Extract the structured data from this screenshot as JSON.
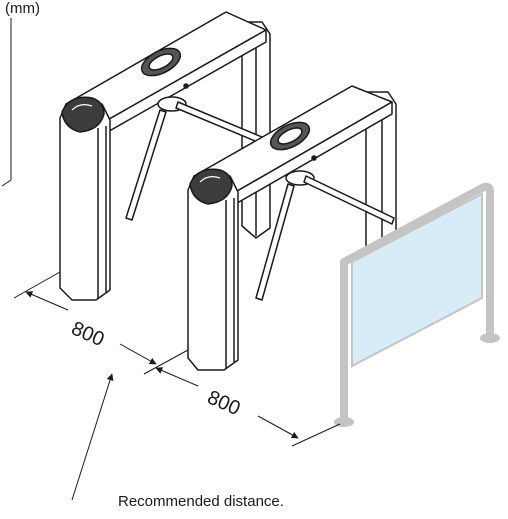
{
  "labels": {
    "unit": "(mm)",
    "dim_left": "800",
    "dim_right": "800",
    "note": "Recommended distance."
  },
  "colors": {
    "line": "#1a1a1a",
    "body_fill": "#ffffff",
    "rail": "#c4c4c4",
    "panel": "#d8ecf7"
  }
}
